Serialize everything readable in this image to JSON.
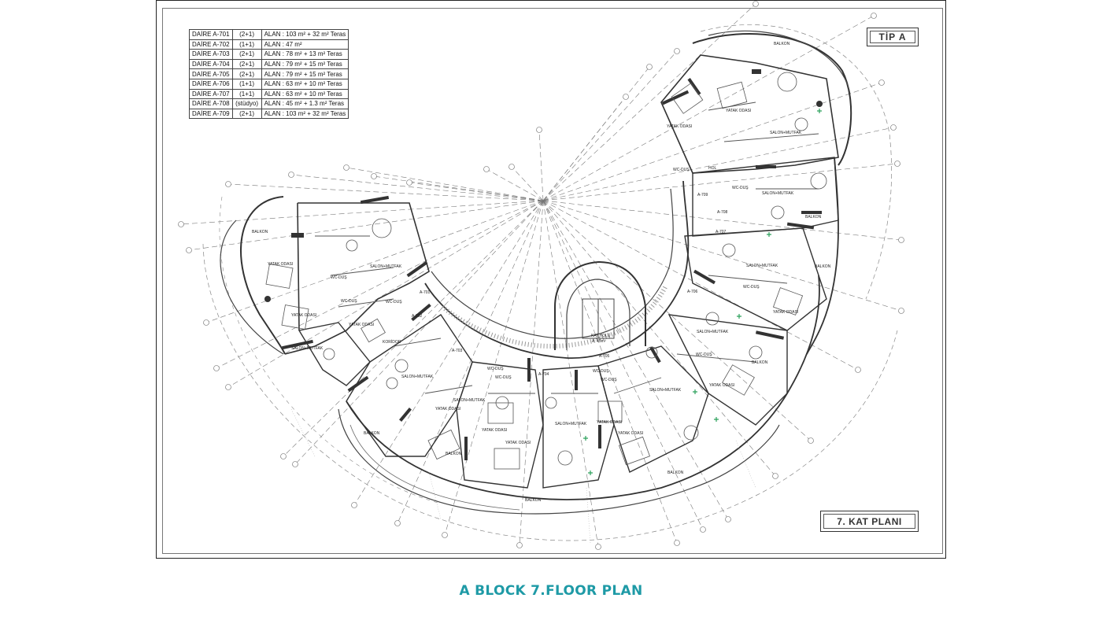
{
  "caption": "A BLOCK 7.FLOOR PLAN",
  "type_label": "TİP A",
  "floor_label": "7. KAT PLANI",
  "accent_color": "#1e9aa6",
  "units": [
    {
      "unit": "DAİRE A-701",
      "layout": "(2+1)",
      "area": "ALAN : 103 m² + 32 m² Teras"
    },
    {
      "unit": "DAİRE A-702",
      "layout": "(1+1)",
      "area": "ALAN : 47 m²"
    },
    {
      "unit": "DAİRE A-703",
      "layout": "(2+1)",
      "area": "ALAN : 78 m² + 13 m² Teras"
    },
    {
      "unit": "DAİRE A-704",
      "layout": "(2+1)",
      "area": "ALAN : 79 m² + 15 m² Teras"
    },
    {
      "unit": "DAİRE A-705",
      "layout": "(2+1)",
      "area": "ALAN : 79 m² + 15 m² Teras"
    },
    {
      "unit": "DAİRE A-706",
      "layout": "(1+1)",
      "area": "ALAN : 63 m² + 10 m² Teras"
    },
    {
      "unit": "DAİRE A-707",
      "layout": "(1+1)",
      "area": "ALAN : 63 m² + 10 m² Teras"
    },
    {
      "unit": "DAİRE A-708",
      "layout": "(stüdyo)",
      "area": "ALAN : 45 m² + 1.3 m² Teras"
    },
    {
      "unit": "DAİRE A-709",
      "layout": "(2+1)",
      "area": "ALAN : 103 m² + 32 m² Teras"
    }
  ],
  "plan": {
    "unit_tags": [
      "A-701",
      "A-702",
      "A-703",
      "A-704",
      "A-705",
      "A-706",
      "A-707",
      "A-708",
      "A-709"
    ],
    "core_label": "KAT HOLÜ",
    "core_area": "A: 45m²",
    "room_labels": [
      "BALKON",
      "YATAK ODASI",
      "SALON+MUTFAK",
      "WC-DUŞ",
      "HOL",
      "KORİDOR"
    ]
  }
}
